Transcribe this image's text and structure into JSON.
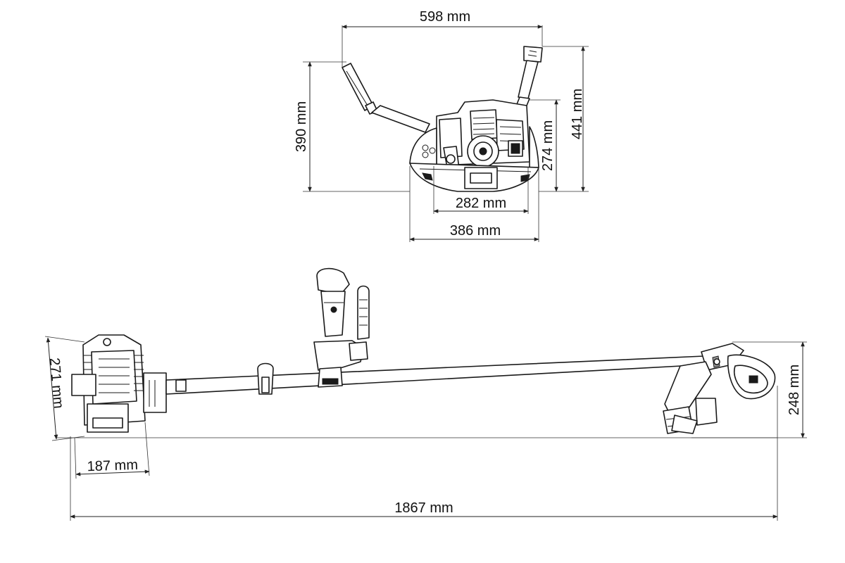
{
  "dimensions": {
    "top_width": "598 mm",
    "top_left_height": "390 mm",
    "top_right_height": "441 mm",
    "engine_height": "274 mm",
    "guard_inner": "282 mm",
    "guard_outer": "386 mm",
    "engine_side_height": "271 mm",
    "engine_depth": "187 mm",
    "overall_length": "1867 mm",
    "head_height": "248 mm"
  },
  "colors": {
    "line": "#1a1a1a",
    "background": "#ffffff"
  }
}
